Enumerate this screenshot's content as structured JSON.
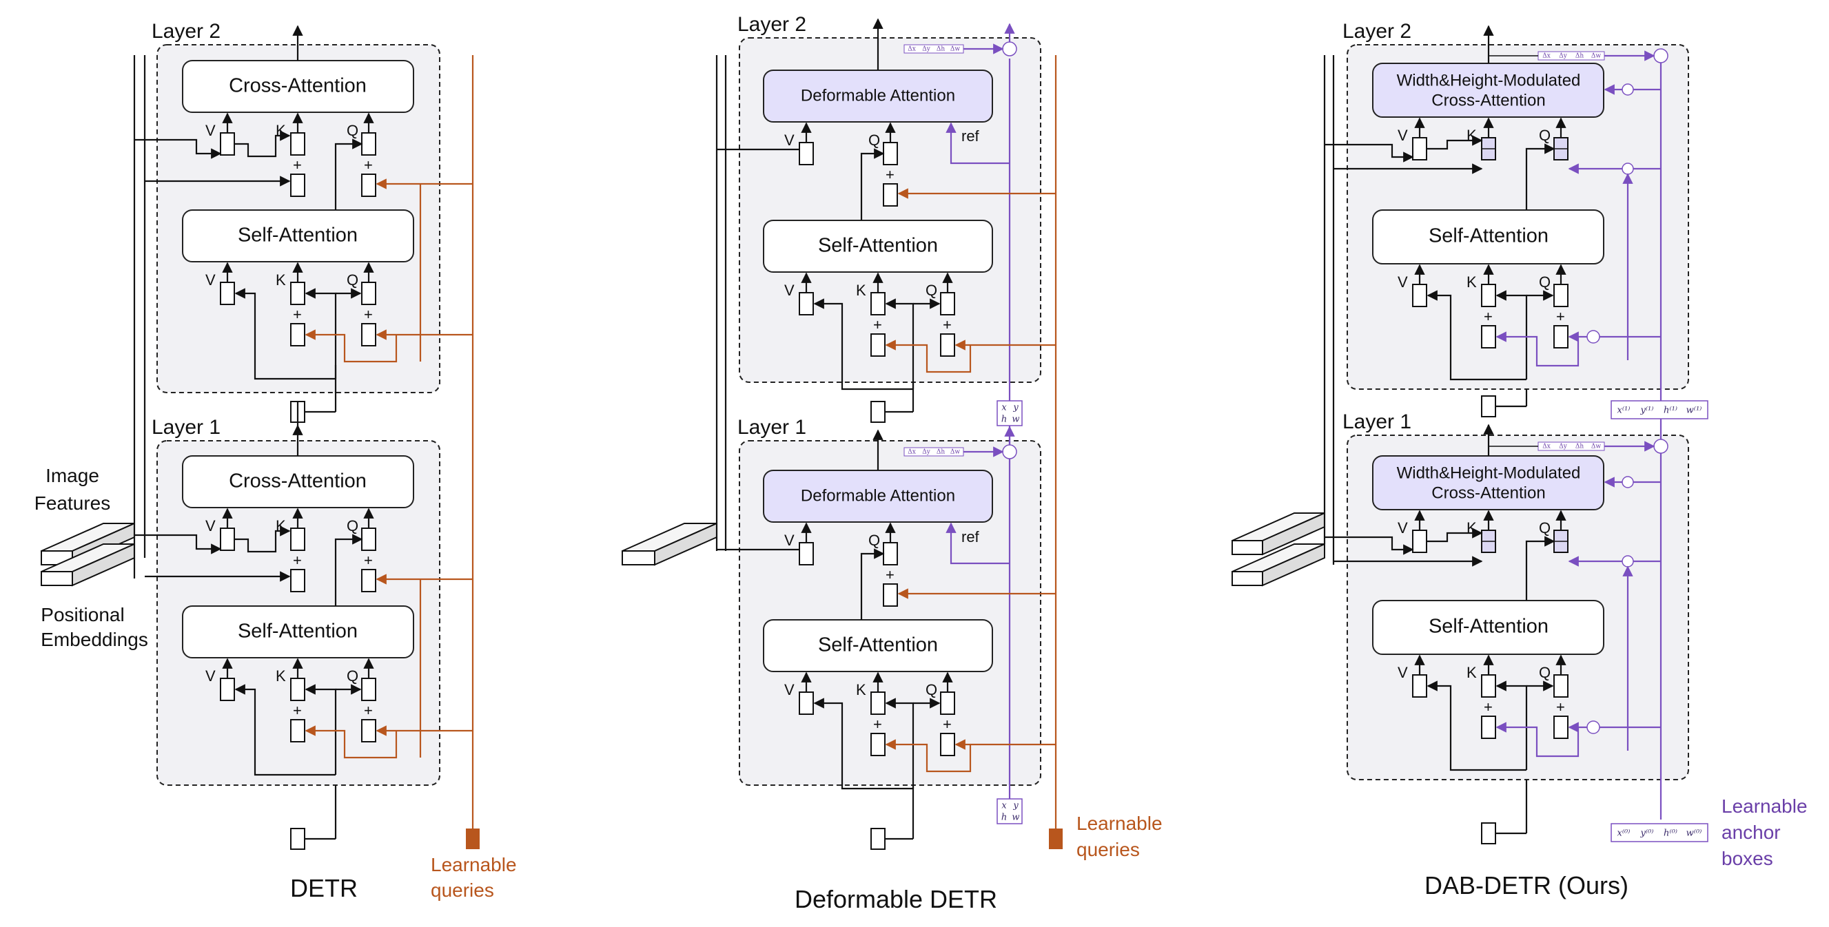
{
  "detr": {
    "caption": "DETR",
    "layer2": "Layer 2",
    "layer1": "Layer 1",
    "cross_attention": "Cross-Attention",
    "self_attention": "Self-Attention",
    "image_features": "Image\nFeatures",
    "image_features_l1": "Image",
    "image_features_l2": "Features",
    "positional_l1": "Positional",
    "positional_l2": "Embeddings",
    "learnable_l1": "Learnable",
    "learnable_l2": "queries"
  },
  "deformable": {
    "caption": "Deformable DETR",
    "layer2": "Layer 2",
    "layer1": "Layer 1",
    "deformable_attention": "Deformable Attention",
    "self_attention": "Self-Attention",
    "ref": "ref",
    "learnable_l1": "Learnable",
    "learnable_l2": "queries",
    "box_top": [
      "x",
      "y"
    ],
    "box_bottom": [
      "h",
      "w"
    ],
    "deltas": [
      "Δx",
      "Δy",
      "Δh",
      "Δw"
    ]
  },
  "dab": {
    "caption": "DAB-DETR (Ours)",
    "layer2": "Layer 2",
    "layer1": "Layer 1",
    "cross_l1": "Width&Height-Modulated",
    "cross_l2": "Cross-Attention",
    "self_attention": "Self-Attention",
    "anchor_l1": "Learnable",
    "anchor_l2": "anchor",
    "anchor_l3": "boxes",
    "anchor1": [
      "x⁽¹⁾",
      "y⁽¹⁾",
      "h⁽¹⁾",
      "w⁽¹⁾"
    ],
    "anchor0": [
      "x⁽⁰⁾",
      "y⁽⁰⁾",
      "h⁽⁰⁾",
      "w⁽⁰⁾"
    ],
    "deltas": [
      "Δx",
      "Δy",
      "Δh",
      "Δw"
    ]
  },
  "pins": {
    "v": "V",
    "k": "K",
    "q": "Q",
    "plus": "+"
  },
  "colors": {
    "orange": "#b8561d",
    "purple": "#7a4fc0",
    "layer_bg": "#f1f1f4",
    "attn_purple": "#e3e0fb"
  }
}
